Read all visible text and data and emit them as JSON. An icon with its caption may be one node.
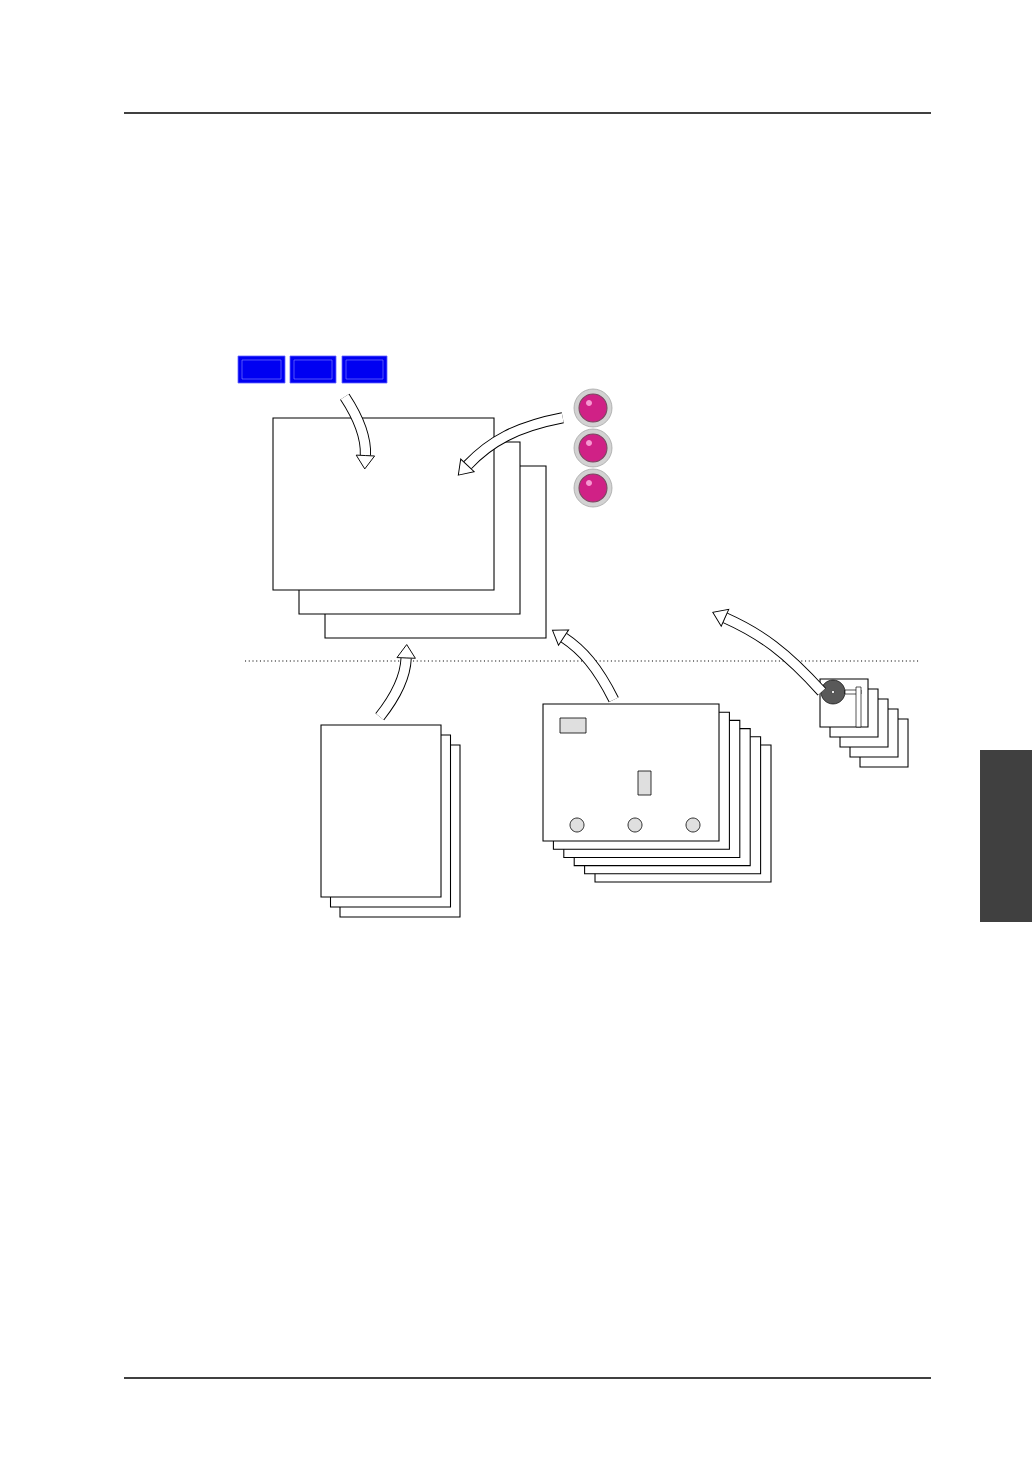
{
  "diagram": {
    "nodes": [
      {
        "text": [],
        "shape": "box"
      },
      {
        "text": [],
        "shape": "box"
      },
      {
        "text": [],
        "shape": "circle"
      },
      {
        "text": [],
        "shape": "box"
      },
      {
        "text": [],
        "shape": "box"
      },
      {
        "text": [],
        "shape": "box"
      }
    ],
    "edges": [
      {
        "from": 1,
        "to": 0,
        "arrow": "to"
      },
      {
        "from": 2,
        "to": 0,
        "arrow": "to"
      },
      {
        "from": 3,
        "to": 0,
        "arrow": "to"
      },
      {
        "from": 4,
        "to": 0,
        "arrow": "to"
      },
      {
        "from": 5,
        "to": null,
        "arrow": "to"
      }
    ]
  }
}
